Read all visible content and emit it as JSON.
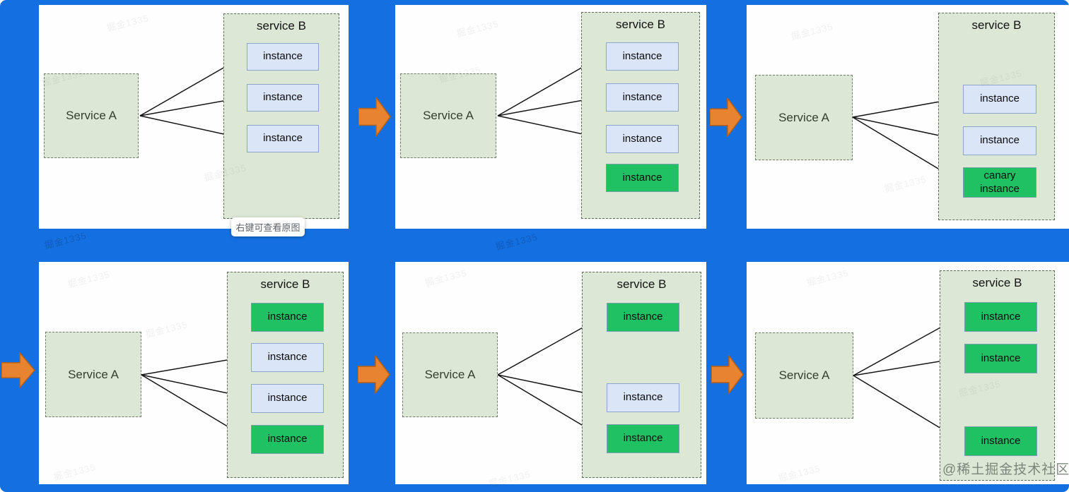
{
  "colors": {
    "background": "#1470E0",
    "card": "#fefefe",
    "group_fill": "#dce8d5",
    "instance_blue": "#dbe5f8",
    "instance_green": "#1fc163",
    "flow_arrow": "#e8842f"
  },
  "watermark": {
    "tile_text": "掘金1335",
    "credit": "@稀土掘金技术社区"
  },
  "tooltip": {
    "text": "右键可查看原图"
  },
  "panels": [
    {
      "step": 1,
      "service_a_label": "Service A",
      "service_b_label": "service B",
      "instances": [
        {
          "label": "instance",
          "variant": "blue",
          "connected": true
        },
        {
          "label": "instance",
          "variant": "blue",
          "connected": true
        },
        {
          "label": "instance",
          "variant": "blue",
          "connected": true
        }
      ]
    },
    {
      "step": 2,
      "service_a_label": "Service A",
      "service_b_label": "service B",
      "instances": [
        {
          "label": "instance",
          "variant": "blue",
          "connected": true
        },
        {
          "label": "instance",
          "variant": "blue",
          "connected": true
        },
        {
          "label": "instance",
          "variant": "blue",
          "connected": true
        },
        {
          "label": "instance",
          "variant": "green",
          "connected": false
        }
      ]
    },
    {
      "step": 3,
      "service_a_label": "Service A",
      "service_b_label": "service B",
      "instances": [
        {
          "label": "instance",
          "variant": "blue",
          "connected": true
        },
        {
          "label": "instance",
          "variant": "blue",
          "connected": true
        },
        {
          "label": "canary instance",
          "variant": "green",
          "connected": true
        }
      ]
    },
    {
      "step": 4,
      "service_a_label": "Service A",
      "service_b_label": "service B",
      "instances": [
        {
          "label": "instance",
          "variant": "green",
          "connected": false
        },
        {
          "label": "instance",
          "variant": "blue",
          "connected": true
        },
        {
          "label": "instance",
          "variant": "blue",
          "connected": true
        },
        {
          "label": "instance",
          "variant": "green",
          "connected": true
        }
      ]
    },
    {
      "step": 5,
      "service_a_label": "Service A",
      "service_b_label": "service B",
      "instances": [
        {
          "label": "instance",
          "variant": "green",
          "connected": true
        },
        {
          "label": "instance",
          "variant": "blue",
          "connected": true
        },
        {
          "label": "instance",
          "variant": "green",
          "connected": true
        }
      ]
    },
    {
      "step": 6,
      "service_a_label": "Service A",
      "service_b_label": "service B",
      "instances": [
        {
          "label": "instance",
          "variant": "green",
          "connected": true
        },
        {
          "label": "instance",
          "variant": "green",
          "connected": true
        },
        {
          "label": "instance",
          "variant": "green",
          "connected": true
        }
      ]
    }
  ]
}
